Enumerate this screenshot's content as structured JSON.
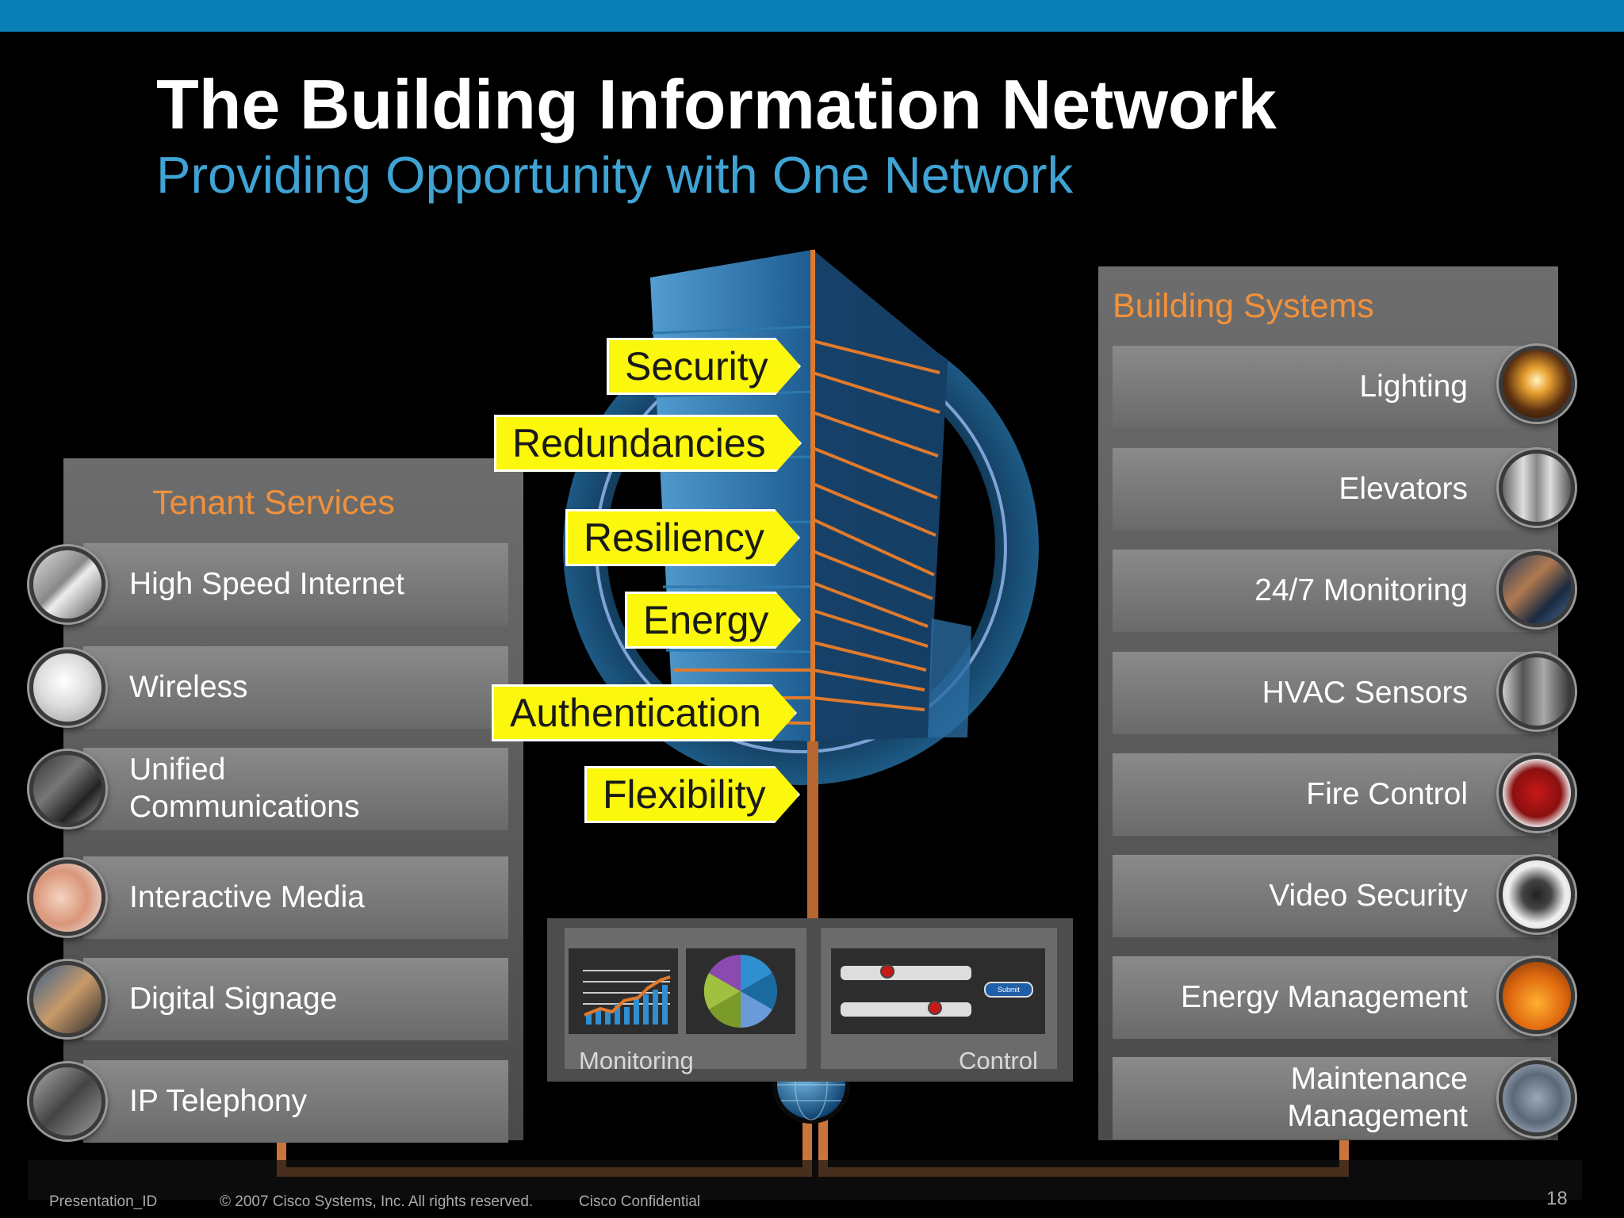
{
  "slide": {
    "title": "The Building Information Network",
    "subtitle": "Providing Opportunity with One Network",
    "page_number": "18"
  },
  "tenant_services": {
    "title": "Tenant Services",
    "items": [
      {
        "label": "High Speed Internet",
        "icon": "server-icon"
      },
      {
        "label": "Wireless",
        "icon": "access-point-icon"
      },
      {
        "label": "Unified\nCommunications",
        "icon": "people-icon"
      },
      {
        "label": "Interactive Media",
        "icon": "touch-icon"
      },
      {
        "label": "Digital Signage",
        "icon": "signage-icon"
      },
      {
        "label": "IP Telephony",
        "icon": "phone-icon"
      }
    ]
  },
  "building_systems": {
    "title": "Building Systems",
    "items": [
      {
        "label": "Lighting",
        "icon": "bulb-icon"
      },
      {
        "label": "Elevators",
        "icon": "elevator-icon"
      },
      {
        "label": "24/7 Monitoring",
        "icon": "operator-icon"
      },
      {
        "label": "HVAC Sensors",
        "icon": "hvac-icon"
      },
      {
        "label": "Fire Control",
        "icon": "fire-panel-icon"
      },
      {
        "label": "Video Security",
        "icon": "camera-icon"
      },
      {
        "label": "Energy Management",
        "icon": "power-tower-icon"
      },
      {
        "label": "Maintenance\nManagement",
        "icon": "gears-icon"
      }
    ]
  },
  "features": [
    "Security",
    "Redundancies",
    "Resiliency",
    "Energy",
    "Authentication",
    "Flexibility"
  ],
  "console": {
    "monitoring_label": "Monitoring",
    "control_label": "Control",
    "submit_label": "Submit"
  },
  "footer": {
    "presentation_id": "Presentation_ID",
    "copyright": "© 2007 Cisco Systems, Inc. All rights reserved.",
    "confidential": "Cisco Confidential"
  },
  "colors": {
    "accent_blue": "#0a7fb6",
    "subtitle_blue": "#3fa3d4",
    "panel_title_orange": "#f2913a",
    "tag_yellow": "#fbf70d",
    "connector_orange": "#c9743a"
  }
}
